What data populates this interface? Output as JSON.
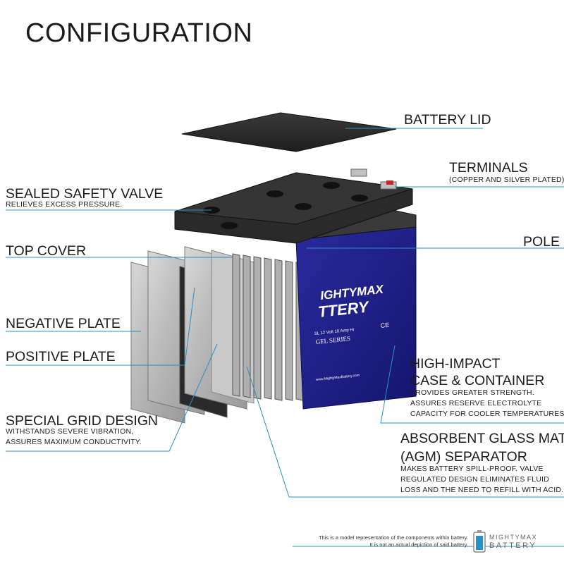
{
  "title": "CONFIGURATION",
  "labels": {
    "battery_lid": "BATTERY LID",
    "terminals": "TERMINALS",
    "terminals_sub": "(COPPER AND SILVER PLATED)",
    "safety_valve": "SEALED SAFETY VALVE",
    "safety_valve_sub": "RELIEVES EXCESS PRESSURE.",
    "top_cover": "TOP COVER",
    "pole": "POLE",
    "negative_plate": "NEGATIVE PLATE",
    "positive_plate": "POSITIVE PLATE",
    "case_line1": "HIGH-IMPACT",
    "case_line2": "CASE & CONTAINER",
    "case_sub1": "PROVIDES GREATER STRENGTH.",
    "case_sub2": "ASSURES RESERVE ELECTROLYTE",
    "case_sub3": "CAPACITY FOR COOLER TEMPERATURES.",
    "grid": "SPECIAL GRID DESIGN",
    "grid_sub1": "WITHSTANDS SEVERE VIBRATION,",
    "grid_sub2": "ASSURES MAXIMUM CONDUCTIVITY.",
    "agm_line1": "ABSORBENT GLASS MAT",
    "agm_line2": "(AGM) SEPARATOR",
    "agm_sub1": "MAKES BATTERY SPILL-PROOF. VALVE",
    "agm_sub2": "REGULATED DESIGN ELIMINATES FLUID",
    "agm_sub3": "LOSS AND THE NEED TO REFILL WITH ACID."
  },
  "battery_label": {
    "brand_line1": "IGHTYMAX",
    "brand_line2": "TTERY",
    "model": "SL 12 Volt 10 Amp Hr",
    "series": "GEL SERIES",
    "website": "www.MightyMaxBattery.com"
  },
  "footer": {
    "note_line1": "This is a model representation of the components within battery.",
    "note_line2": "It is not an actual depiction of said battery.",
    "logo_line1": "MIGHTYMAX",
    "logo_line2": "BATTERY"
  },
  "colors": {
    "leader_line": "#2a8fc4",
    "battery_blue": "#1f1f8c",
    "lid": "#2b2b2b",
    "plate_gray": "#b8b8b8"
  }
}
